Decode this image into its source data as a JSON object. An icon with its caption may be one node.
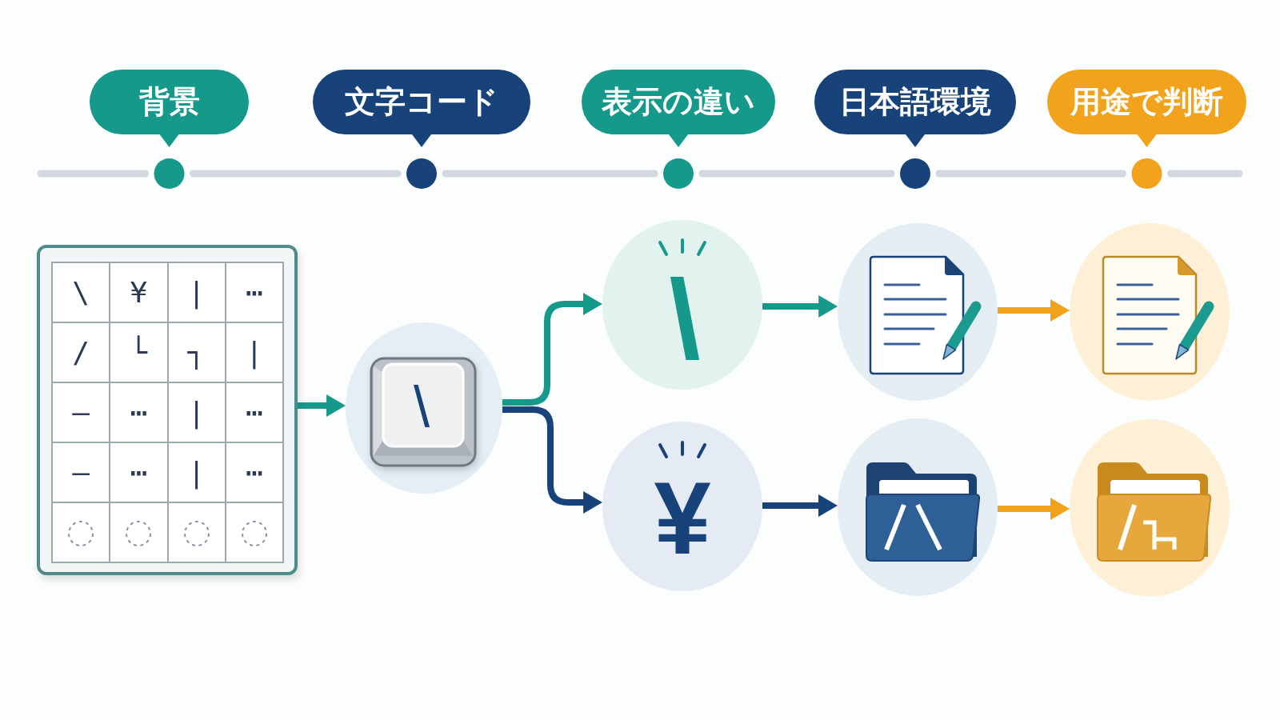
{
  "diagram": {
    "nodes": [
      {
        "text": [
          "背景"
        ]
      },
      {
        "text": [
          "文字コード"
        ]
      },
      {
        "text": [
          "表示の違い"
        ]
      },
      {
        "text": [
          "日本語環境"
        ]
      },
      {
        "text": [
          "用途で判断"
        ]
      },
      {
        "text": [
          "\\",
          "¥",
          "|",
          "⋯",
          "/",
          "└",
          "┐",
          "|",
          "—",
          "⋯",
          "|",
          "⋯",
          "—",
          "⋯",
          "|",
          "⋯"
        ]
      },
      {
        "text": [
          "\\"
        ]
      },
      {
        "text": [
          "\\"
        ]
      },
      {
        "text": [
          "¥"
        ]
      },
      {
        "text": [],
        "shape": "picture"
      },
      {
        "text": [],
        "shape": "picture"
      },
      {
        "text": [],
        "shape": "picture"
      },
      {
        "text": [],
        "shape": "picture"
      }
    ],
    "edges": [
      {
        "from": 5,
        "to": 6,
        "arrow": "to"
      },
      {
        "from": 6,
        "to": 7,
        "arrow": "to"
      },
      {
        "from": 6,
        "to": 8,
        "arrow": "to",
        "color": "#17427a"
      },
      {
        "from": 7,
        "to": 9,
        "arrow": "to"
      },
      {
        "from": 8,
        "to": 10,
        "arrow": "to",
        "color": "#17427a"
      },
      {
        "from": 9,
        "to": 11,
        "arrow": "to",
        "color": "#f2a31b"
      },
      {
        "from": 10,
        "to": 12,
        "arrow": "to",
        "color": "#f2a31b"
      }
    ]
  }
}
